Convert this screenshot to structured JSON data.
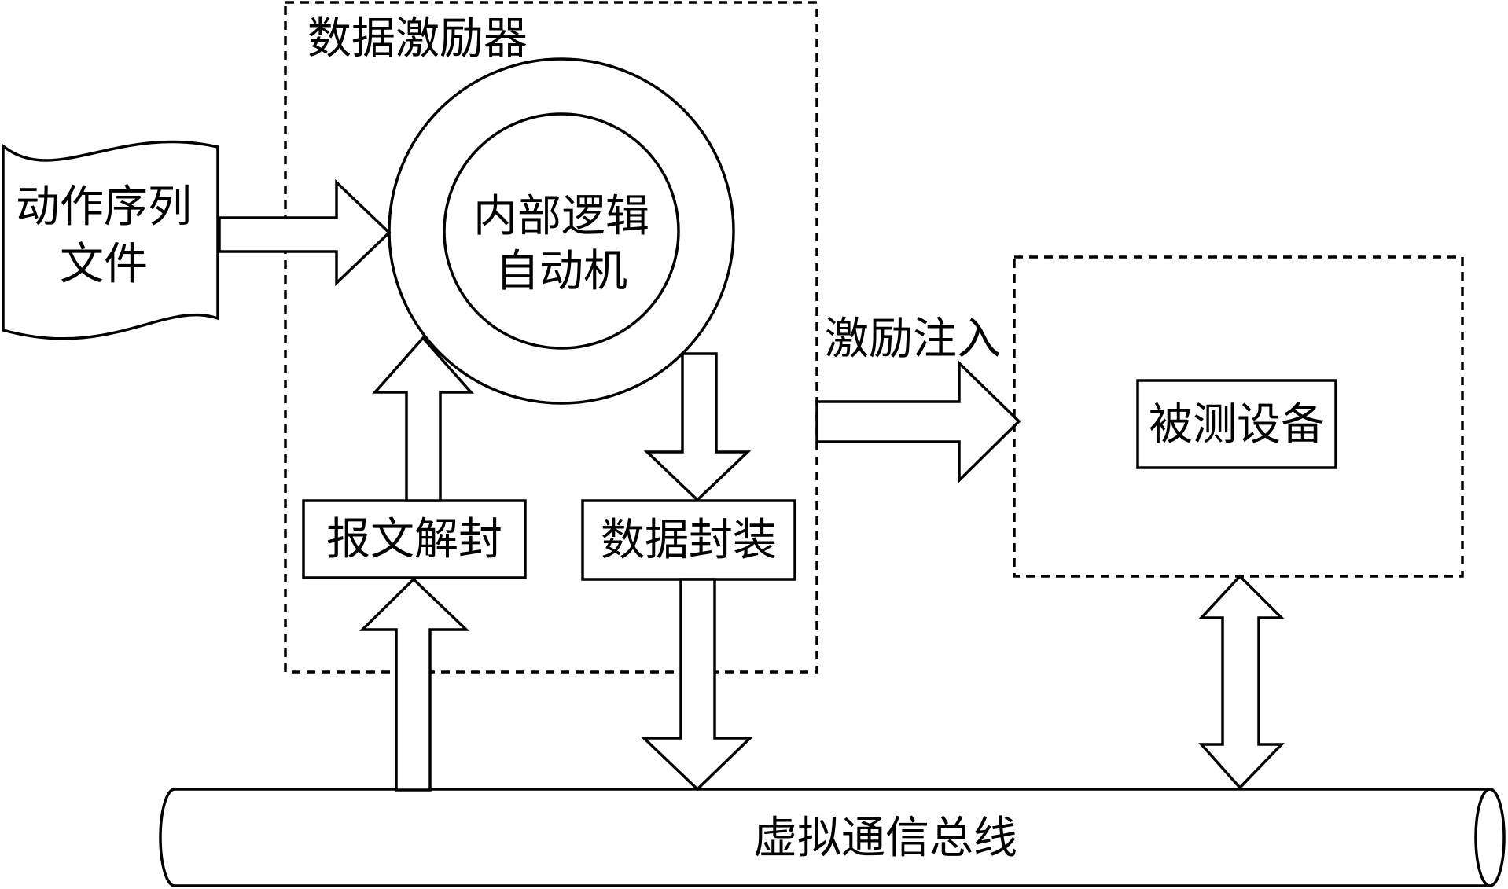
{
  "diagram": {
    "stimulator": {
      "label": "数据激励器"
    },
    "action_file": {
      "line1": "动作序列",
      "line2": "文件"
    },
    "automaton": {
      "line1": "内部逻辑",
      "line2": "自动机"
    },
    "unpack": {
      "label": "报文解封"
    },
    "pack": {
      "label": "数据封装"
    },
    "injection": {
      "label": "激励注入"
    },
    "dut": {
      "label": "被测设备"
    },
    "bus": {
      "label": "虚拟通信总线"
    }
  }
}
